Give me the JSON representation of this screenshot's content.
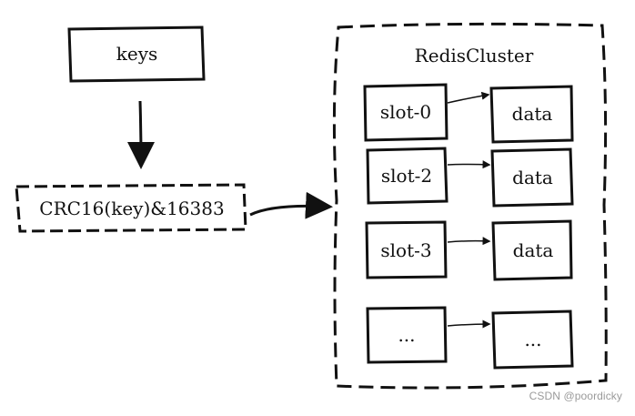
{
  "nodes": {
    "keys": "keys",
    "hash": "CRC16(key)&16383",
    "cluster_title": "RedisCluster",
    "slots": [
      {
        "slot": "slot-0",
        "data": "data"
      },
      {
        "slot": "slot-2",
        "data": "data"
      },
      {
        "slot": "slot-3",
        "data": "data"
      },
      {
        "slot": "...",
        "data": "..."
      }
    ]
  },
  "watermark": "CSDN @poordicky",
  "colors": {
    "stroke": "#111111",
    "background": "#ffffff",
    "watermark": "#9a9a9a"
  }
}
